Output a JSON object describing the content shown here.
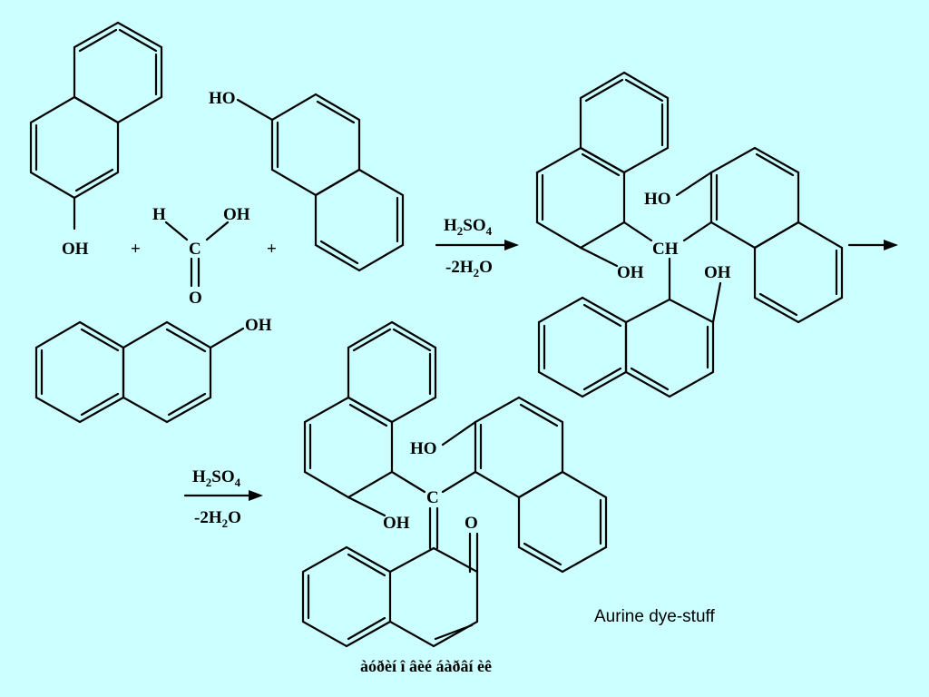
{
  "reactant_naphthol_1": {
    "oh": "OH"
  },
  "plus_1": "+",
  "formic_acid": {
    "h": "H",
    "oh": "OH",
    "c": "C",
    "o": "O"
  },
  "plus_2": "+",
  "reactant_naphthol_2": {
    "ho": "HO"
  },
  "arrow_1": {
    "reagent_main": "H",
    "reagent_sub1": "2",
    "reagent_mid": "SO",
    "reagent_sub2": "4",
    "condition_a": "-2H",
    "condition_sub": "2",
    "condition_b": "O"
  },
  "intermediate": {
    "ho": "HO",
    "ch": "CH",
    "oh_left": "OH",
    "oh_right": "OH"
  },
  "reactant_naphthol_3": {
    "oh": "OH"
  },
  "arrow_2": {
    "reagent_main": "H",
    "reagent_sub1": "2",
    "reagent_mid": "SO",
    "reagent_sub2": "4",
    "condition_a": "-2H",
    "condition_sub": "2",
    "condition_b": "O"
  },
  "product": {
    "ho": "HO",
    "c": "C",
    "oh": "OH",
    "o": "O"
  },
  "caption": "Aurine dye-stuff",
  "footer_text": "àóðèí î âèé áàðâí èê"
}
